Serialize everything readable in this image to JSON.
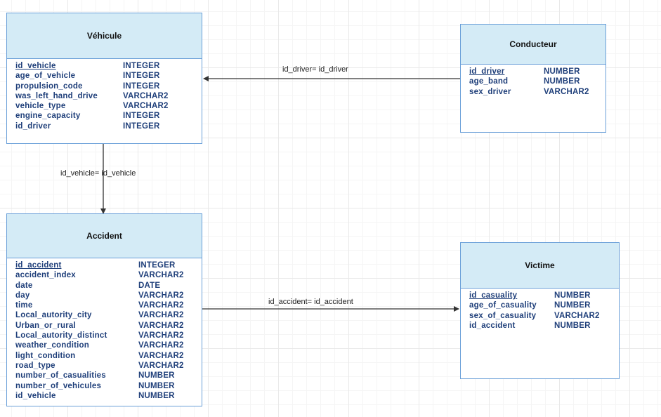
{
  "entities": {
    "vehicule": {
      "title": "Véhicule",
      "fields": [
        {
          "name": "id_vehicle",
          "type": "INTEGER",
          "pk": true
        },
        {
          "name": "age_of_vehicle",
          "type": "INTEGER"
        },
        {
          "name": "propulsion_code",
          "type": "INTEGER"
        },
        {
          "name": "was_left_hand_drive",
          "type": "VARCHAR2"
        },
        {
          "name": "vehicle_type",
          "type": "VARCHAR2"
        },
        {
          "name": "engine_capacity",
          "type": "INTEGER"
        },
        {
          "name": "id_driver",
          "type": "INTEGER"
        }
      ]
    },
    "conducteur": {
      "title": "Conducteur",
      "fields": [
        {
          "name": "id_driver",
          "type": "NUMBER",
          "pk": true
        },
        {
          "name": "age_band",
          "type": "NUMBER"
        },
        {
          "name": "sex_driver",
          "type": "VARCHAR2"
        }
      ]
    },
    "accident": {
      "title": "Accident",
      "fields": [
        {
          "name": "id_accident",
          "type": "INTEGER",
          "pk": true
        },
        {
          "name": "accident_index",
          "type": "VARCHAR2"
        },
        {
          "name": "date",
          "type": "DATE"
        },
        {
          "name": "day",
          "type": "VARCHAR2"
        },
        {
          "name": "time",
          "type": "VARCHAR2"
        },
        {
          "name": "Local_autority_city",
          "type": "VARCHAR2"
        },
        {
          "name": "Urban_or_rural",
          "type": "VARCHAR2"
        },
        {
          "name": "Local_autority_distinct",
          "type": "VARCHAR2"
        },
        {
          "name": "weather_condition",
          "type": "VARCHAR2"
        },
        {
          "name": "light_condition",
          "type": "VARCHAR2"
        },
        {
          "name": "road_type",
          "type": "VARCHAR2"
        },
        {
          "name": "number_of_casualities",
          "type": "NUMBER"
        },
        {
          "name": "number_of_vehicules",
          "type": "NUMBER"
        },
        {
          "name": "id_vehicle",
          "type": "NUMBER"
        }
      ]
    },
    "victime": {
      "title": "Victime",
      "fields": [
        {
          "name": "id_casuality",
          "type": "NUMBER",
          "pk": true
        },
        {
          "name": "age_of_casuality",
          "type": "NUMBER"
        },
        {
          "name": "sex_of_casuality",
          "type": "VARCHAR2"
        },
        {
          "name": "id_accident",
          "type": "NUMBER"
        }
      ]
    }
  },
  "relations": {
    "driver": "id_driver= id_driver",
    "vehicle": "id_vehicle= id_vehicle",
    "accident": "id_accident= id_accident"
  },
  "colors": {
    "entity_border": "#6a9fd8",
    "title_fill": "#d4ebf6",
    "field_text": "#1f3f7a",
    "connector": "#333333"
  }
}
